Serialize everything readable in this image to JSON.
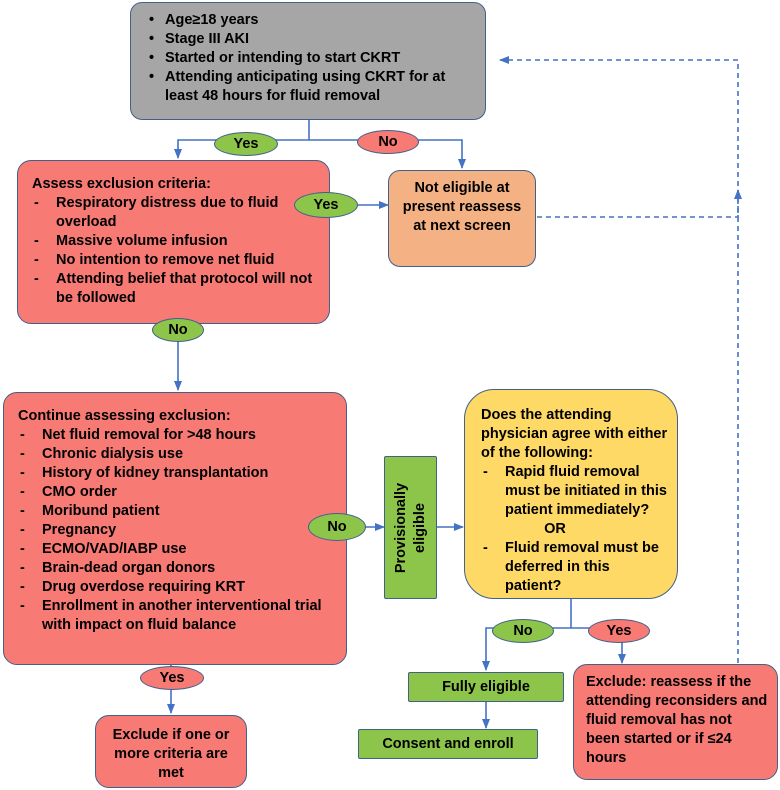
{
  "criteria_box": {
    "items": [
      "Age≥18 years",
      "Stage III AKI",
      "Started or intending to start CKRT",
      "Attending anticipating using CKRT for at least 48 hours for fluid removal"
    ]
  },
  "exclusion_box": {
    "heading": "Assess exclusion criteria:",
    "items": [
      "Respiratory distress due to fluid overload",
      "Massive volume infusion",
      "No intention to remove net fluid",
      "Attending belief that protocol will not be followed"
    ]
  },
  "not_eligible_box": {
    "text": "Not eligible at present reassess at next screen"
  },
  "continue_box": {
    "heading": "Continue assessing exclusion:",
    "items": [
      "Net fluid removal for >48 hours",
      "Chronic dialysis use",
      "History of kidney transplantation",
      "CMO order",
      "Moribund patient",
      "Pregnancy",
      "ECMO/VAD/IABP use",
      "Brain-dead organ donors",
      "Drug overdose requiring KRT",
      "Enrollment in another interventional trial with impact on fluid balance"
    ]
  },
  "provisional_box": {
    "text": "Provisionally eligible"
  },
  "question_box": {
    "heading": "Does the attending physician agree with either of the following:",
    "option1": "Rapid fluid removal must be initiated in this patient immediately?",
    "or_text": "OR",
    "option2": "Fluid removal must be deferred in this patient?"
  },
  "fully_eligible_box": {
    "text": "Fully eligible"
  },
  "consent_box": {
    "text": "Consent and enroll"
  },
  "exclude_criteria_box": {
    "text": "Exclude if one or more criteria are met"
  },
  "exclude_reassess_box": {
    "text": "Exclude: reassess if the attending reconsiders and fluid removal has not been started or if ≤24 hours"
  },
  "labels": {
    "yes_top": "Yes",
    "no_top": "No",
    "yes_exclusion": "Yes",
    "no_exclusion": "No",
    "no_continue": "No",
    "yes_continue": "Yes",
    "no_question": "No",
    "yes_question": "Yes"
  },
  "colors": {
    "criteria_fill": "#a6a6a6",
    "exclusion_fill": "#f87a75",
    "not_eligible_fill": "#f4b183",
    "question_fill": "#ffd966",
    "eligible_fill": "#8dc44a",
    "connector": "#4472c4"
  }
}
